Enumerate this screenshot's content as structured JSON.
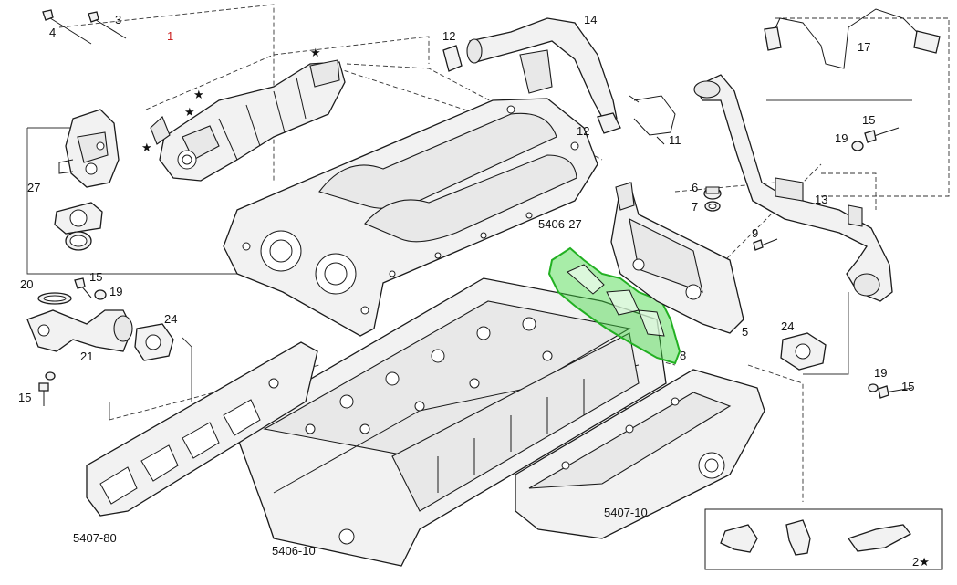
{
  "colors": {
    "highlight": "#3ed63e",
    "line": "#1b1b1b",
    "red_label": "#cc2222"
  },
  "callouts": {
    "c1": "1",
    "c2": "2★",
    "c3": "3",
    "c4": "4",
    "c5": "5",
    "c6": "6",
    "c7": "7",
    "c8": "8",
    "c9": "9",
    "c11": "11",
    "c12a": "12",
    "c12b": "12",
    "c13": "13",
    "c14": "14",
    "c15a": "15",
    "c15b": "15",
    "c15c": "15",
    "c15d": "15",
    "c17": "17",
    "c19a": "19",
    "c19b": "19",
    "c19c": "19",
    "c20": "20",
    "c21": "21",
    "c24a": "24",
    "c24b": "24",
    "c27": "27",
    "g5406_27": "5406-27",
    "g5406_10": "5406-10",
    "g5407_80": "5407-80",
    "g5407_10": "5407-10"
  },
  "stars": [
    "★",
    "★",
    "★",
    "★"
  ],
  "highlighted_part": "8"
}
